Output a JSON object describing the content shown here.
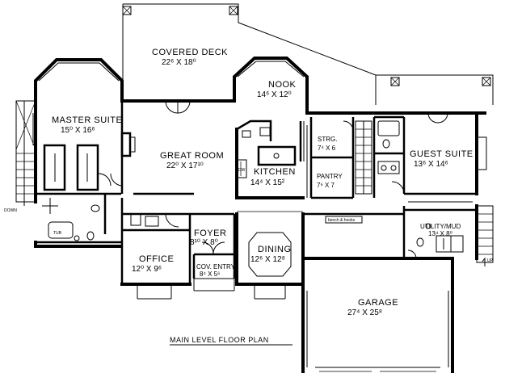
{
  "plan_title": "MAIN LEVEL FLOOR PLAN",
  "rooms": {
    "covered_deck": {
      "name": "COVERED DECK",
      "dims": "22⁶ X 18⁰"
    },
    "nook": {
      "name": "NOOK",
      "dims": "14⁶ X 12⁰"
    },
    "master_suite": {
      "name": "MASTER SUITE",
      "dims": "15⁰ X 16⁶"
    },
    "great_room": {
      "name": "GREAT ROOM",
      "dims": "22⁰ X 17¹⁰"
    },
    "kitchen": {
      "name": "KITCHEN",
      "dims": "14⁴ X 15²"
    },
    "strg": {
      "name": "STRG.",
      "dims": "7⁴ X 6"
    },
    "pantry": {
      "name": "PANTRY",
      "dims": "7⁶ X 7"
    },
    "guest_suite": {
      "name": "GUEST SUITE",
      "dims": "13⁶ X 14⁶"
    },
    "utility": {
      "name": "UTILITY/MUD",
      "dims": "13⁴ X 8⁰"
    },
    "foyer": {
      "name": "FOYER",
      "dims": "8¹⁰ X 8⁰"
    },
    "office": {
      "name": "OFFICE",
      "dims": "12⁰ X 9⁶"
    },
    "cov_entry": {
      "name": "COV. ENTRY",
      "dims": "8⁴ X 5⁶"
    },
    "dining": {
      "name": "DINING",
      "dims": "12⁶ X 12⁸"
    },
    "garage": {
      "name": "GARAGE",
      "dims": "27⁴ X 25⁸"
    }
  },
  "labels": {
    "tub": "TUB",
    "down": "DOWN",
    "up": "UP",
    "bench": "bench & hooks",
    "dw": "DW"
  }
}
